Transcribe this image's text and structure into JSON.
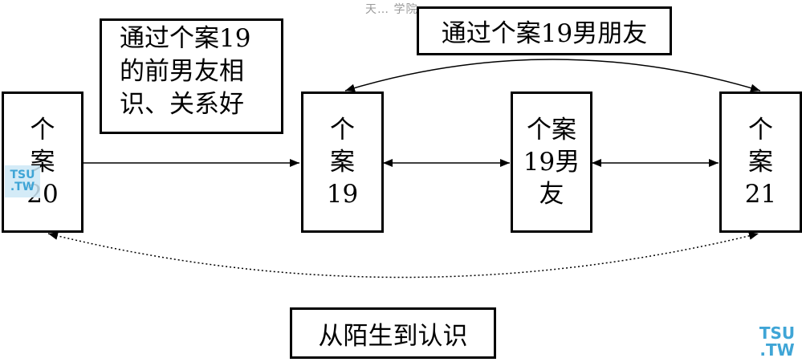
{
  "note_box": {
    "lines": [
      "通过个案19",
      "的前男友相",
      "识、关系好"
    ]
  },
  "label_top": "通过个案19男朋友",
  "label_bottom": "从陌生到认识",
  "cases": {
    "case20": [
      "个",
      "案",
      "20"
    ],
    "case19": [
      "个",
      "案",
      "19"
    ],
    "boyfriend": [
      "个案",
      "19男",
      "友"
    ],
    "case21": [
      "个",
      "案",
      "21"
    ]
  },
  "watermarks": {
    "top_text": "天… 学院",
    "logo_small": [
      "TSU",
      ".TW"
    ],
    "logo_large": [
      "TSU",
      ".TW"
    ]
  }
}
